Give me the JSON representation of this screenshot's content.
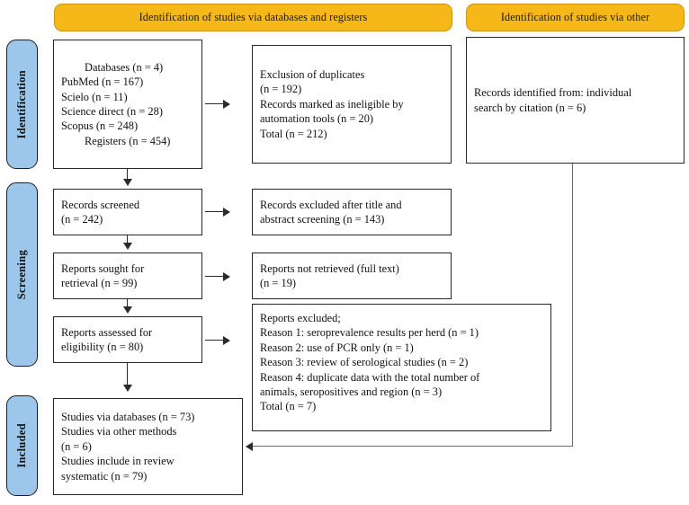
{
  "diagram": {
    "title": "PRISMA flow diagram",
    "colors": {
      "header_fill": "#F5B818",
      "stage_fill": "#9CC7EB",
      "box_border": "#262626",
      "line": "#2b2b2b"
    }
  },
  "headers": {
    "databases": "Identification of studies via databases and registers",
    "other": "Identification of studies via other"
  },
  "stages": {
    "identification": "Identification",
    "screening": "Screening",
    "included": "Included"
  },
  "boxes": {
    "sources": {
      "name": "identification-sources-box",
      "lines": [
        {
          "text": "Databases (n = 4)",
          "indent": true
        },
        {
          "text": "PubMed (n = 167)",
          "indent": false
        },
        {
          "text": "Scielo (n = 11)",
          "indent": false
        },
        {
          "text": "Science direct (n = 28)",
          "indent": false
        },
        {
          "text": "Scopus (n = 248)",
          "indent": false
        },
        {
          "text": "Registers (n = 454)",
          "indent": true
        }
      ]
    },
    "duplicates": {
      "name": "exclusion-duplicates-box",
      "lines": [
        {
          "text": "Exclusion of duplicates",
          "indent": false
        },
        {
          "text": "(n = 192)",
          "indent": false
        },
        {
          "text": "Records marked as ineligible by",
          "indent": false
        },
        {
          "text": "automation tools (n = 20)",
          "indent": false
        },
        {
          "text": "Total (n = 212)",
          "indent": false
        }
      ]
    },
    "other_sources": {
      "name": "other-methods-box",
      "lines": [
        {
          "text": "Records identified from: individual",
          "indent": false
        },
        {
          "text": "search by citation (n = 6)",
          "indent": false
        }
      ]
    },
    "records_screened": {
      "name": "records-screened-box",
      "lines": [
        {
          "text": "Records screened",
          "indent": false
        },
        {
          "text": "(n = 242)",
          "indent": false
        }
      ]
    },
    "records_excluded": {
      "name": "records-excluded-box",
      "lines": [
        {
          "text": "Records excluded after title and",
          "indent": false
        },
        {
          "text": "abstract screening (n = 143)",
          "indent": false
        }
      ]
    },
    "reports_sought": {
      "name": "reports-sought-box",
      "lines": [
        {
          "text": "Reports sought for",
          "indent": false
        },
        {
          "text": "retrieval (n = 99)",
          "indent": false
        }
      ]
    },
    "reports_not_retrieved": {
      "name": "reports-not-retrieved-box",
      "lines": [
        {
          "text": "Reports not retrieved (full text)",
          "indent": false
        },
        {
          "text": "(n = 19)",
          "indent": false
        }
      ]
    },
    "reports_assessed": {
      "name": "reports-assessed-box",
      "lines": [
        {
          "text": "Reports assessed for",
          "indent": false
        },
        {
          "text": "eligibility (n = 80)",
          "indent": false
        }
      ]
    },
    "reports_excluded": {
      "name": "reports-excluded-box",
      "lines": [
        {
          "text": "Reports excluded;",
          "indent": false
        },
        {
          "text": "Reason 1: seroprevalence results per herd (n = 1)",
          "indent": false
        },
        {
          "text": "Reason 2: use of PCR only (n = 1)",
          "indent": false
        },
        {
          "text": "Reason 3: review of serological studies (n = 2)",
          "indent": false
        },
        {
          "text": "Reason 4: duplicate data with the total number of",
          "indent": false
        },
        {
          "text": "animals, seropositives and region (n = 3)",
          "indent": false
        },
        {
          "text": "Total (n = 7)",
          "indent": false
        }
      ]
    },
    "included_studies": {
      "name": "included-studies-box",
      "lines": [
        {
          "text": "Studies via databases (n = 73)",
          "indent": false
        },
        {
          "text": "Studies via other methods",
          "indent": false
        },
        {
          "text": "(n = 6)",
          "indent": false
        },
        {
          "text": "Studies include in review",
          "indent": false
        },
        {
          "text": "systematic (n = 79)",
          "indent": false
        }
      ]
    }
  }
}
